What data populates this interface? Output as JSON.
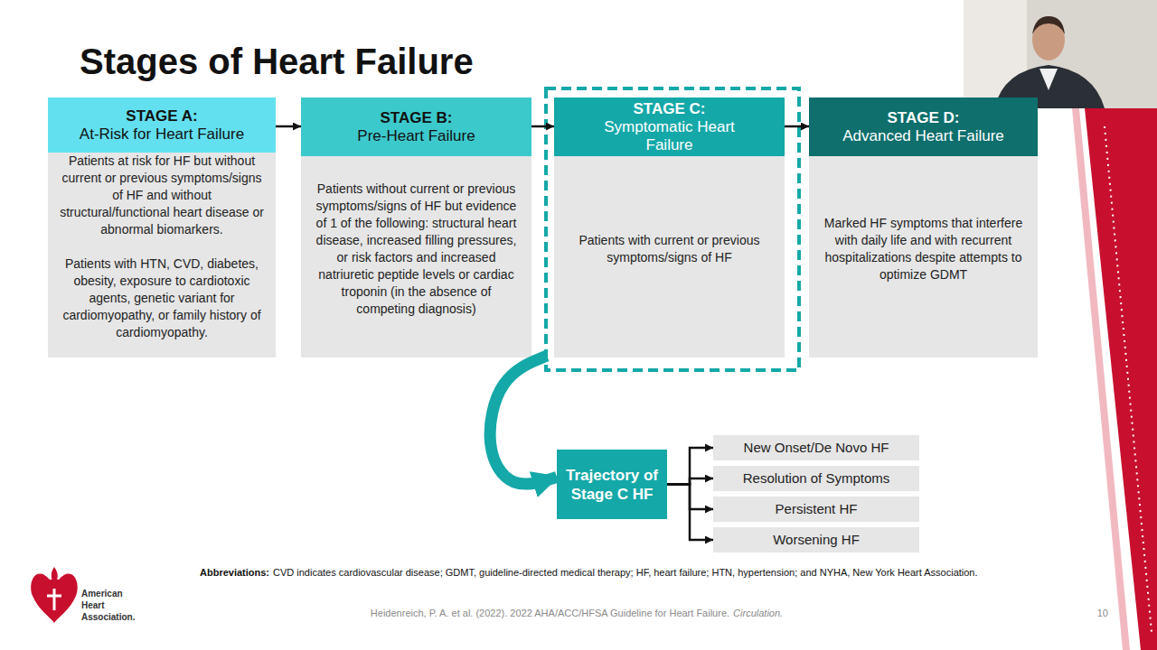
{
  "diagram": {
    "title": "Stages of Heart Failure",
    "nodes": [
      {
        "text": [
          "STAGE A:",
          "At-Risk for Heart Failure",
          "Patients at risk for HF but without current or previous symptoms/signs of HF and without structural/functional heart disease or abnormal biomarkers.",
          "Patients with HTN, CVD, diabetes, obesity, exposure to cardiotoxic agents, genetic variant for cardiomyopathy, or family history of cardiomyopathy."
        ]
      },
      {
        "text": [
          "STAGE B:",
          "Pre-Heart Failure",
          "Patients without current or previous symptoms/signs of HF but evidence of 1 of the following: structural heart disease, increased filling pressures, or risk factors and increased natriuretic peptide levels or cardiac troponin (in the absence of competing diagnosis)"
        ]
      },
      {
        "text": [
          "STAGE C:",
          "Symptomatic Heart Failure",
          "Patients with current or previous symptoms/signs of HF"
        ]
      },
      {
        "text": [
          "STAGE D:",
          "Advanced Heart Failure",
          "Marked HF symptoms that interfere with daily life and with recurrent hospitalizations despite attempts to optimize GDMT"
        ]
      },
      {
        "text": [
          "Trajectory of Stage C HF"
        ]
      },
      {
        "text": [
          "New Onset/De Novo HF"
        ]
      },
      {
        "text": [
          "Resolution of Symptoms"
        ]
      },
      {
        "text": [
          "Persistent HF"
        ]
      },
      {
        "text": [
          "Worsening HF"
        ]
      }
    ],
    "edges": [
      {
        "from": 0,
        "to": 1,
        "arrow": "to"
      },
      {
        "from": 1,
        "to": 2,
        "arrow": "to"
      },
      {
        "from": 2,
        "to": 3,
        "arrow": "to"
      },
      {
        "from": 2,
        "to": 4,
        "arrow": "to"
      },
      {
        "from": 4,
        "to": 5,
        "arrow": "to"
      },
      {
        "from": 4,
        "to": 6,
        "arrow": "to"
      },
      {
        "from": 4,
        "to": 7,
        "arrow": "to"
      },
      {
        "from": 4,
        "to": 8,
        "arrow": "to"
      }
    ],
    "labels": [
      "Abbreviations:",
      "CVD indicates cardiovascular disease; GDMT, guideline-directed medical therapy; HF, heart failure; HTN, hypertension; and NYHA, New York Heart Association.",
      "American Heart Association.",
      "Heidenreich, P. A. et al. (2022). 2022 AHA/ACC/HFSA Guideline for Heart Failure.",
      "Circulation.",
      "10"
    ]
  }
}
